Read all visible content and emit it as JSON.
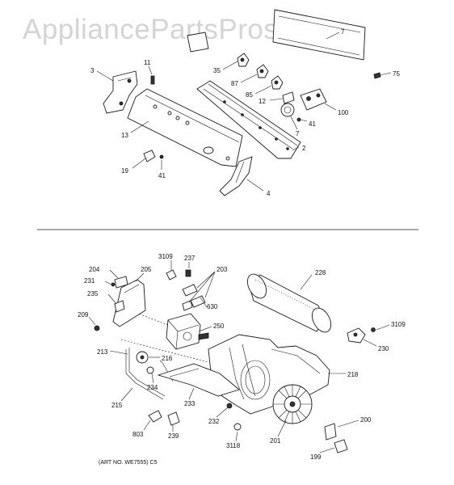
{
  "watermark": "AppliancePartsPros.com",
  "art_number": "(ART NO. WE7555) C5",
  "callouts": {
    "c7a": "7",
    "c11": "11",
    "c3": "3",
    "c35": "35",
    "c87": "87",
    "c85": "85",
    "c75": "75",
    "c12": "12",
    "c100": "100",
    "c41a": "41",
    "c7b": "7",
    "c13": "13",
    "c2": "2",
    "c19": "19",
    "c41b": "41",
    "c4": "4",
    "c3109a": "3109",
    "c237": "237",
    "c203": "203",
    "c228": "228",
    "c204": "204",
    "c205": "205",
    "c231": "231",
    "c235": "235",
    "c630": "630",
    "c209": "209",
    "c250": "250",
    "c3109b": "3109",
    "c230": "230",
    "c213": "213",
    "c216": "216",
    "c218": "218",
    "c234": "234",
    "c215": "215",
    "c233": "233",
    "c232": "232",
    "c200": "200",
    "c803": "803",
    "c239": "239",
    "c3118": "3118",
    "c201": "201",
    "c199": "199"
  }
}
